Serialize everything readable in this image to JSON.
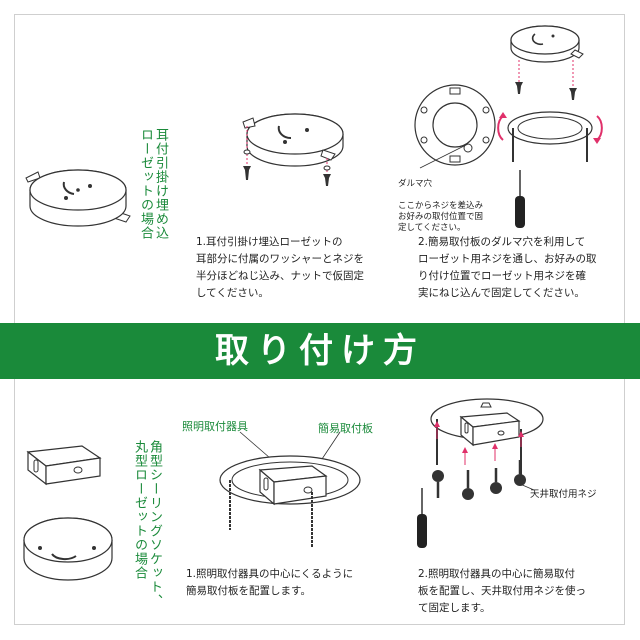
{
  "banner": {
    "title": "取り付け方"
  },
  "top": {
    "side_label_1": "耳付引掛け埋め込",
    "side_label_2": "ローゼットの場合",
    "step1": "1.耳付引掛け埋込ローゼットの\n耳部分に付属のワッシャーとネジを\n半分ほどねじ込み、ナットで仮固定\nしてください。",
    "step2": "2.簡易取付板のダルマ穴を利用して\nローゼット用ネジを通し、お好みの取\nり付け位置でローゼット用ネジを確\n実にねじ込んで固定してください。",
    "note_title": "ダルマ穴",
    "note_body": "ここからネジを差込み\nお好みの取付位置で固\n定してください。"
  },
  "bottom": {
    "side_label_1": "角型シーリングソケット、",
    "side_label_2": "丸型ローゼットの場合",
    "label_fixture": "照明取付器具",
    "label_plate": "簡易取付板",
    "label_screw": "天井取付用ネジ",
    "step1": "1.照明取付器具の中心にくるように\n簡易取付板を配置します。",
    "step2": "2.照明取付器具の中心に簡易取付\n板を配置し、天井取付用ネジを使っ\nて固定します。"
  },
  "colors": {
    "accent": "#1a8a3a",
    "arrow": "#e0306a"
  },
  "icons": [
    "rosette-icon",
    "mounting-plate-icon",
    "screw-icon",
    "screwdriver-icon",
    "square-socket-icon",
    "round-rosette-icon",
    "rotate-arrow-icon"
  ]
}
